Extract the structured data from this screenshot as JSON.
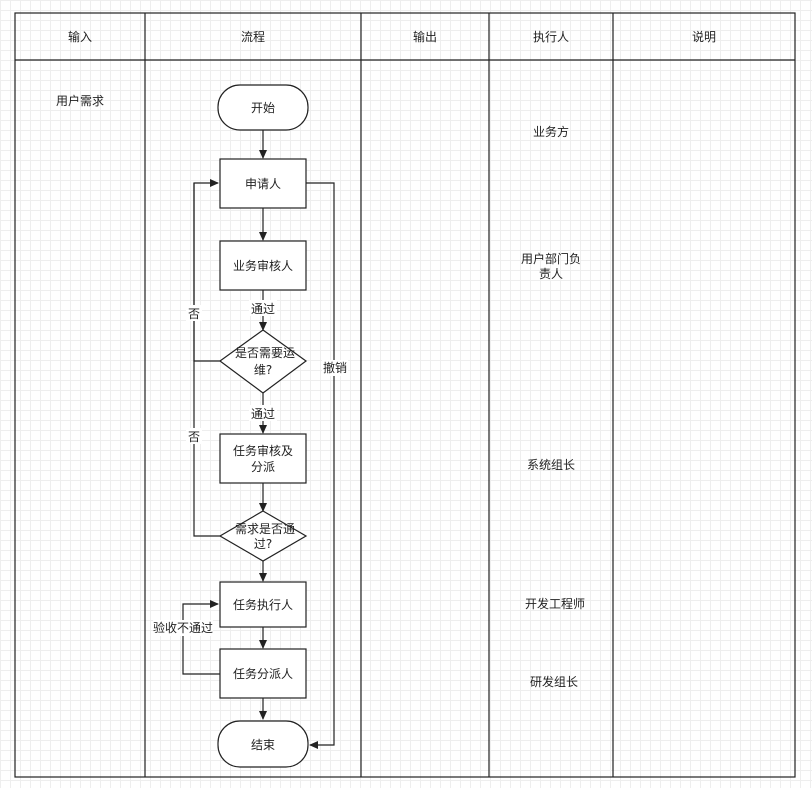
{
  "header": {
    "input": "输入",
    "process": "流程",
    "output": "输出",
    "executor": "执行人",
    "description": "说明"
  },
  "input_column": {
    "user_requirement": "用户需求"
  },
  "flow": {
    "start": "开始",
    "applicant": "申请人",
    "business_reviewer": "业务审核人",
    "need_ops_line1": "是否需要运",
    "need_ops_line2": "维?",
    "task_review_line1": "任务审核及",
    "task_review_line2": "分派",
    "req_pass_line1": "需求是否通",
    "req_pass_line2": "过?",
    "task_executor": "任务执行人",
    "task_dispatcher": "任务分派人",
    "end": "结束"
  },
  "edge_labels": {
    "pass_1": "通过",
    "pass_2": "通过",
    "no_1": "否",
    "no_2": "否",
    "revoke": "撤销",
    "acceptance_failed": "验收不通过"
  },
  "executors": {
    "business_side": "业务方",
    "dept_head_line1": "用户部门负",
    "dept_head_line2": "责人",
    "system_lead": "系统组长",
    "developer": "开发工程师",
    "rd_lead": "研发组长"
  }
}
